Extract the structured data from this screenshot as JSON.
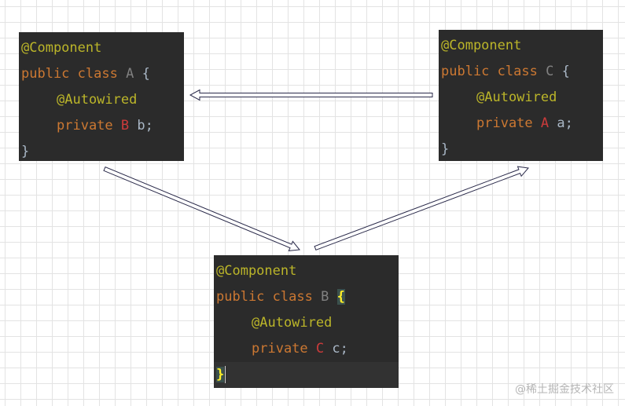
{
  "boxes": {
    "a": {
      "annotation": "@Component",
      "kw_public": "public",
      "kw_class": "class",
      "class_name": "A",
      "open_brace": "{",
      "field_annotation": "@Autowired",
      "kw_private": "private",
      "field_type": "B",
      "field_name": "b",
      "semicolon": ";",
      "close_brace": "}"
    },
    "b": {
      "annotation": "@Component",
      "kw_public": "public",
      "kw_class": "class",
      "class_name": "B",
      "open_brace": "{",
      "field_annotation": "@Autowired",
      "kw_private": "private",
      "field_type": "C",
      "field_name": "c",
      "semicolon": ";",
      "close_brace": "}"
    },
    "c": {
      "annotation": "@Component",
      "kw_public": "public",
      "kw_class": "class",
      "class_name": "C",
      "open_brace": "{",
      "field_annotation": "@Autowired",
      "kw_private": "private",
      "field_type": "A",
      "field_name": "a",
      "semicolon": ";",
      "close_brace": "}"
    }
  },
  "edges": [
    {
      "from": "a",
      "to": "b"
    },
    {
      "from": "b",
      "to": "c"
    },
    {
      "from": "c",
      "to": "a"
    }
  ],
  "watermark": "@稀土掘金技术社区",
  "colors": {
    "code_background": "#2b2b2b",
    "annotation": "#bbb529",
    "keyword": "#cc7832",
    "type_ref": "#cc3b3b",
    "identifier": "#a9b7c6",
    "arrow_stroke": "#2a2a4a"
  }
}
